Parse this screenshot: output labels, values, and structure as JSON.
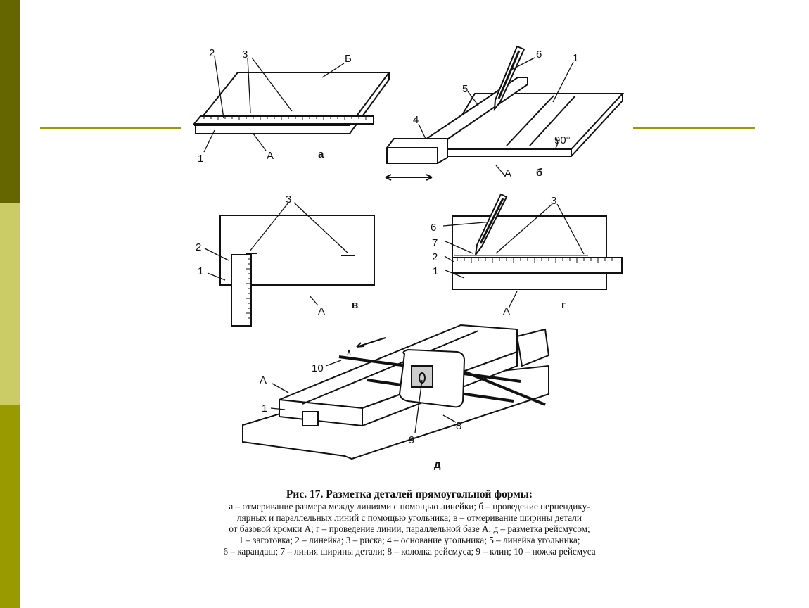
{
  "slide": {
    "colors": {
      "bar_top": "#666600",
      "bar_middle": "#CCCC66",
      "bar_bottom": "#999900",
      "rule": "#999900"
    }
  },
  "figure": {
    "panel_a": {
      "labels": {
        "two": "2",
        "three": "3",
        "b": "Б",
        "one": "1",
        "a": "А"
      },
      "letter": "а"
    },
    "panel_b": {
      "labels": {
        "six": "6",
        "one": "1",
        "five": "5",
        "four": "4",
        "angle": "90°",
        "a": "А"
      },
      "letter": "б"
    },
    "panel_v": {
      "labels": {
        "three": "3",
        "two": "2",
        "one": "1",
        "a": "А"
      },
      "letter": "в"
    },
    "panel_g": {
      "labels": {
        "six": "6",
        "seven": "7",
        "two": "2",
        "one": "1",
        "three": "3",
        "a": "А"
      },
      "letter": "г"
    },
    "panel_d": {
      "labels": {
        "ten": "10",
        "a": "А",
        "one": "1",
        "nine": "9",
        "eight": "8"
      },
      "letter": "д"
    }
  },
  "caption": {
    "title": "Рис. 17. Разметка деталей прямоугольной формы:",
    "lines": [
      "а – отмеривание размера между линиями с помощью линейки; б – проведение перпендику-",
      "лярных и параллельных линий с помощью угольника; в – отмеривание ширины детали",
      "от базовой кромки А; г – проведение линии, параллельной базе А; д – разметка рейсмусом;",
      "1 – заготовка; 2 – линейка; 3 – риска; 4 – основание угольника; 5 – линейка угольника;",
      "6 – карандаш; 7 – линия ширины детали; 8 – колодка рейсмуса; 9 – клин; 10 – ножка рейсмуса"
    ]
  }
}
